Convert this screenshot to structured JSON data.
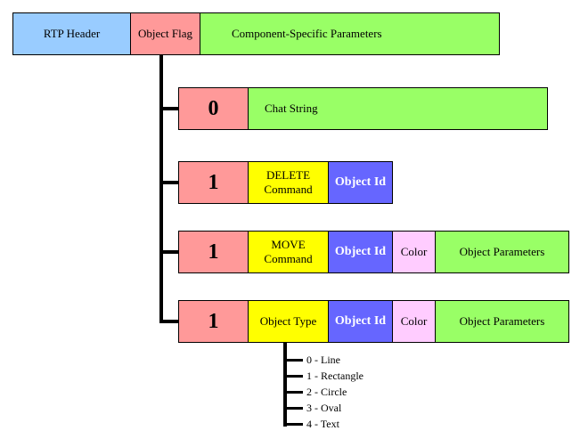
{
  "colors": {
    "blue": "#99ccff",
    "pink": "#ff9999",
    "green": "#99ff66",
    "yellow": "#ffff00",
    "purple": "#6666ff",
    "lightpink": "#ffccff"
  },
  "header": {
    "rtp": "RTP Header",
    "flag": "Object Flag",
    "params": "Component-Specific Parameters"
  },
  "rows": [
    {
      "flag": "0",
      "fields": [
        "Chat String"
      ]
    },
    {
      "flag": "1",
      "fields": [
        "DELETE Command",
        "Object Id"
      ]
    },
    {
      "flag": "1",
      "fields": [
        "MOVE Command",
        "Object Id",
        "Color",
        "Object Parameters"
      ]
    },
    {
      "flag": "1",
      "fields": [
        "Object Type",
        "Object Id",
        "Color",
        "Object Parameters"
      ]
    }
  ],
  "object_types": [
    "0 - Line",
    "1 - Rectangle",
    "2 - Circle",
    "3 - Oval",
    "4 - Text"
  ]
}
